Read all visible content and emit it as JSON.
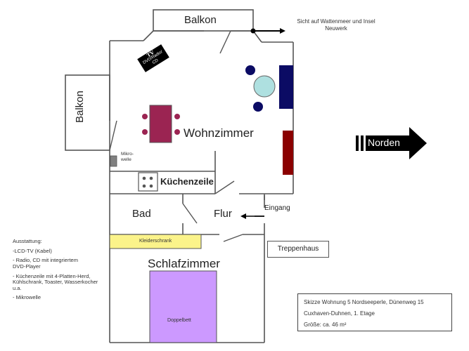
{
  "rooms": {
    "balkon_top": "Balkon",
    "balkon_left": "Balkon",
    "wohnzimmer": "Wohnzimmer",
    "kuechenzeile": "Küchenzeile",
    "bad": "Bad",
    "flur": "Flur",
    "schlafzimmer": "Schlafzimmer"
  },
  "labels": {
    "view": "Sicht auf Wattenmeer und Insel Neuwerk",
    "eingang": "Eingang",
    "treppenhaus": "Treppenhaus",
    "mikrowelle": "Mikro-\nwelle",
    "mikrowelle_line1": "Mikro-",
    "mikrowelle_line2": "welle",
    "norden": "Norden"
  },
  "furniture": {
    "tv_title": "TV",
    "tv_line2": "DVD/Radio/",
    "tv_line3": "CD",
    "kleiderschrank": "Kleiderschrank",
    "doppelbett": "Doppelbett"
  },
  "colors": {
    "dining_table": "#9b2452",
    "sofa_blue": "#0b0b64",
    "sofa_red": "#8b0000",
    "coffee_table": "#aee0e0",
    "kleiderschrank": "#fbf38a",
    "doppelbett": "#cc99ff",
    "microwave": "#808080"
  },
  "amenities": {
    "title": "Ausstattung:",
    "items": [
      "-LCD-TV (Kabel)",
      "- Radio, CD mit integriertem DVD-Player",
      "- Küchenzeile mit 4-Platten-Herd, Kühlschrank, Toaster, Wasserkocher u.a.",
      "- Mikrowelle"
    ]
  },
  "info": {
    "line1": "Skizze Wohnung 5 Nordseeperle, Dünenweg 15",
    "line2": "Cuxhaven-Duhnen, 1. Etage",
    "line3": "Größe: ca. 46 m²"
  }
}
